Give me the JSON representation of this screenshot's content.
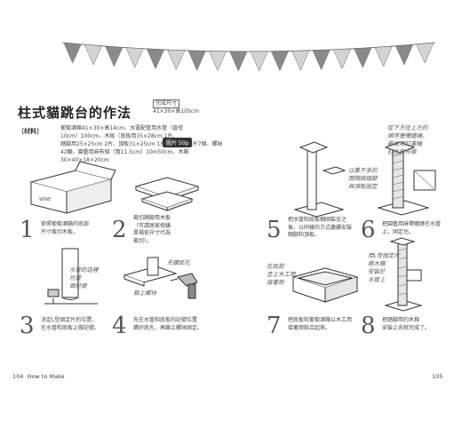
{
  "title": "柱式貓跳台的作法",
  "size_box": {
    "label": "完成尺寸",
    "value": "41×30×高105cm"
  },
  "materials": {
    "label": "〔材料〕",
    "lines": [
      "葡萄酒箱41×30×高14cm、水電配管用水管（直徑",
      "10cm）100cm、木板（底板用35×28cm 1片、",
      "踏腳用25×25cm 2片、頂板31×25cm 1片）、L型固定片7個、螺絲",
      "42顆、園藝用麻布條（寬11.5cm）10m50cm、木箱30×40×18×20cm"
    ],
    "drawing_badge": "圖片 50p"
  },
  "steps": [
    {
      "number": "1",
      "lines": [
        "依照葡萄酒箱的底部",
        "尺寸裁切木板。"
      ]
    },
    {
      "number": "2",
      "lines": [
        "裁切踏腳用木板",
        "（可請居家修繕",
        "賣場依尺寸代為",
        "裁切）。"
      ]
    },
    {
      "number": "3",
      "lines": [
        "決定L型固定片的位置，",
        "在水管和底板上做記號。"
      ]
    },
    {
      "number": "4",
      "lines": [
        "先在水管和底板的記號位置",
        "鑽好底孔，再鎖上螺絲固定。"
      ]
    },
    {
      "number": "5",
      "lines": [
        "把水管和底板棚固裝妥之",
        "後，以同樣的方式繼續安裝",
        "踏腳和頂板。"
      ]
    },
    {
      "number": "6",
      "lines": [
        "把園藝用麻帶纏繞在水管",
        "上，固定住。"
      ]
    },
    {
      "number": "7",
      "lines": [
        "把底板和葡萄酒箱以木工用",
        "接著劑黏合起來。"
      ]
    },
    {
      "number": "8",
      "lines": [
        "把踏腳用的木箱",
        "安裝上去就完成了。"
      ]
    }
  ],
  "notes": {
    "step3_mark": [
      "水管的這裡",
      "也要",
      "做記號"
    ],
    "step4_screw": [
      "鎖上螺絲"
    ],
    "step4_drill": [
      "先鑽底孔"
    ],
    "step5_right": [
      "以差不多的",
      "間隔將踏腳",
      "與頂板固定"
    ],
    "step6_top": [
      "從下方往上方的",
      "順序慢慢纏繞，",
      "最後用釘書機",
      "釘住麻布條"
    ],
    "step7_left": [
      "在底部",
      "塗上木工用",
      "接著劑"
    ],
    "step8_right": [
      "用L型固定片",
      "將木箱",
      "安裝於",
      "水管上"
    ]
  },
  "folio": {
    "left_number": "104",
    "left_text": "How to Make",
    "right_number": "105"
  },
  "colors": {
    "ink": "#333333",
    "flag_dark": "#8a8a8a",
    "flag_light": "#d4d4d4"
  }
}
